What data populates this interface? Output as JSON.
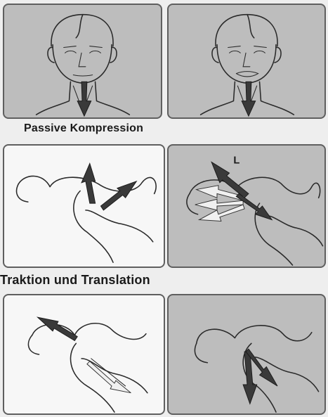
{
  "captions": {
    "passive_compression": "Passive Kompression",
    "traction_translation": "Traktion und Translation"
  },
  "labels": {
    "arrow_label_L": "L"
  },
  "colors": {
    "panel_gray": "#bdbdbd",
    "panel_light": "#f7f7f7",
    "border": "#5f5f5f",
    "arrow_fill": "#3a3a3a"
  }
}
